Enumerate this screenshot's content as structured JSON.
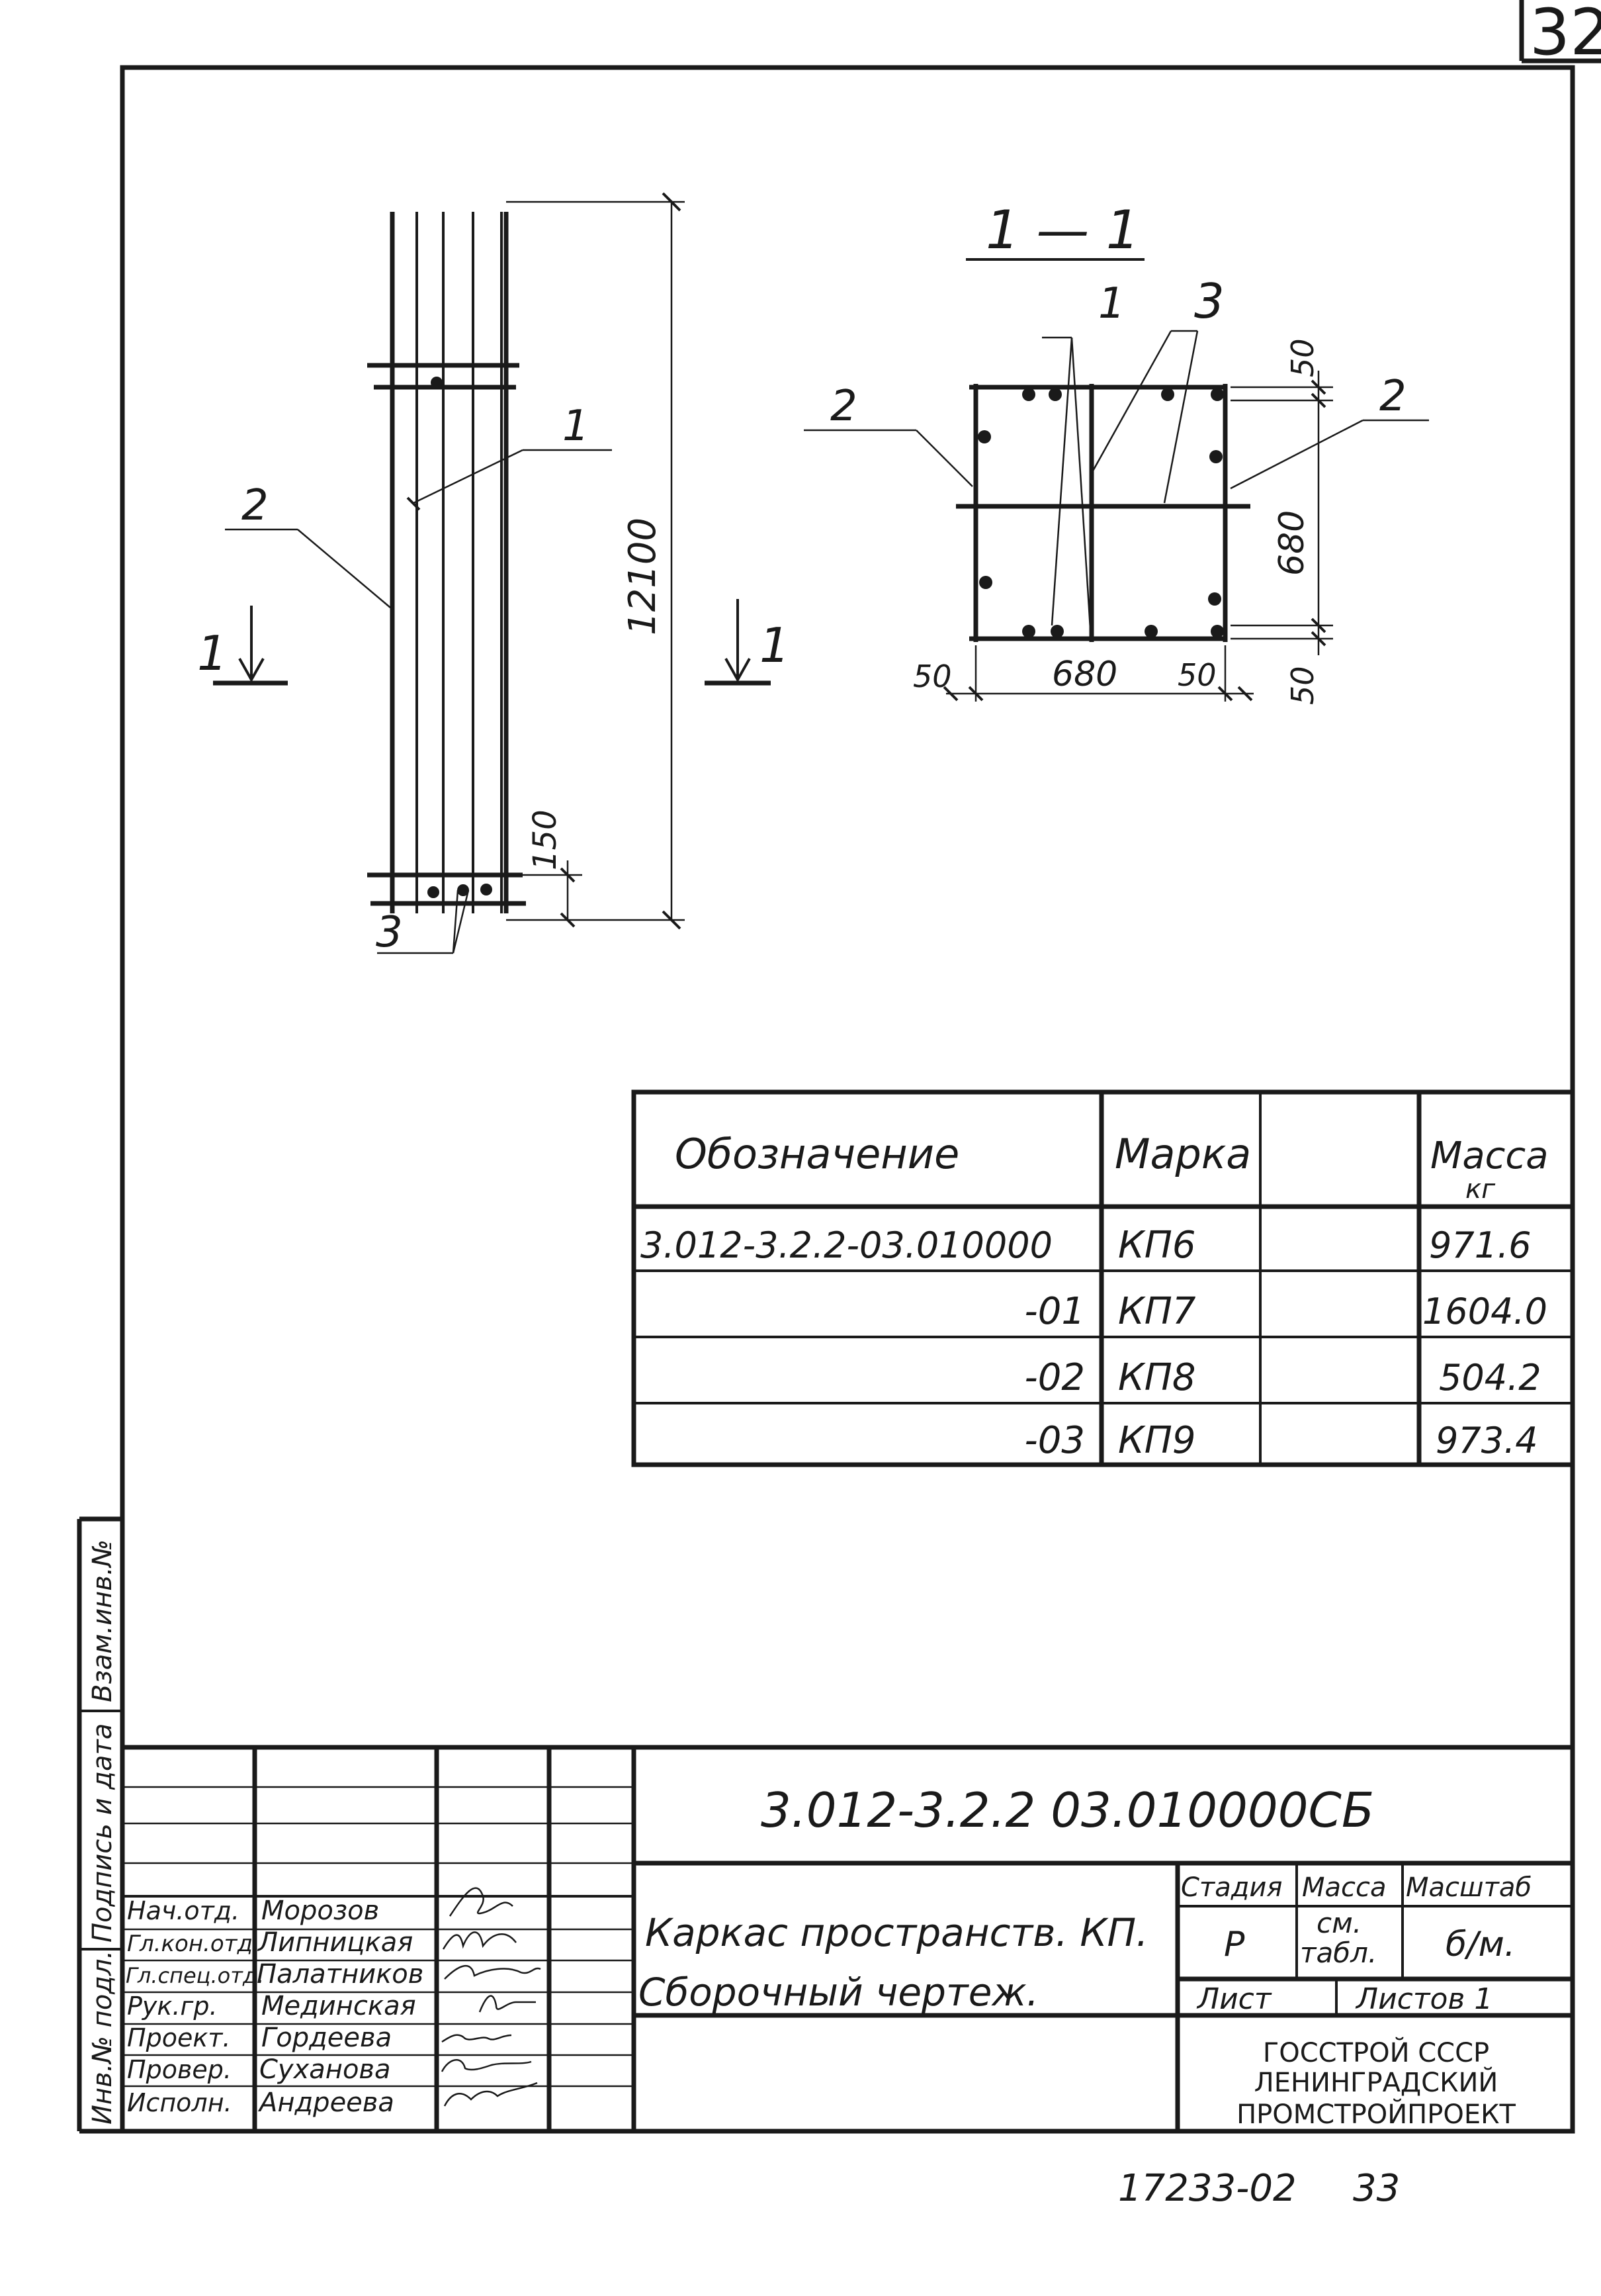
{
  "sheet_number": "32",
  "elevation_view": {
    "dim_total_length": "12100",
    "dim_end_spacing": "150",
    "callout_bar": "1",
    "callout_frame": "2",
    "callout_ties": "3",
    "section_mark": "1"
  },
  "section_view": {
    "title": "1 — 1",
    "callout_bar": "1",
    "callout_ties": "3",
    "callout_left_frame": "2",
    "callout_right_frame": "2",
    "dim_top_offset": "50",
    "dim_height": "680",
    "dim_bottom_offset": "50",
    "dim_left_offset": "50",
    "dim_width": "680",
    "dim_right_offset": "50"
  },
  "spec_table": {
    "headers": {
      "designation": "Обозначение",
      "mark": "Марка",
      "blank": "",
      "mass": "Масса",
      "mass_unit": "кг"
    },
    "rows": [
      {
        "designation": "3.012-3.2.2-03.010000",
        "mark": "КП6",
        "mass": "971.6"
      },
      {
        "designation": "-01",
        "mark": "КП7",
        "mass": "1604.0"
      },
      {
        "designation": "-02",
        "mark": "КП8",
        "mass": "504.2"
      },
      {
        "designation": "-03",
        "mark": "КП9",
        "mass": "973.4"
      }
    ]
  },
  "side_strip": {
    "inv_orig": "Инв.№ подл.",
    "sign_date": "Подпись и дата",
    "replace_inv": "Взам.инв.№"
  },
  "title_block": {
    "document_code": "3.012-3.2.2 03.010000СБ",
    "title_line_1": "Каркас пространств. КП.",
    "title_line_2": "Сборочный чертеж.",
    "stage_label": "Стадия",
    "mass_label": "Масса",
    "scale_label": "Масштаб",
    "stage_value": "Р",
    "mass_value_1": "см.",
    "mass_value_2": "табл.",
    "scale_value": "б/м.",
    "sheet_label": "Лист",
    "sheets_label": "Листов 1",
    "org_line_1": "ГОССТРОЙ СССР",
    "org_line_2": "ЛЕНИНГРАДСКИЙ",
    "org_line_3": "ПРОМСТРОЙПРОЕКТ",
    "staff": [
      {
        "role": "Нач.отд.",
        "name": "Морозов"
      },
      {
        "role": "Гл.кон.отд.",
        "name": "Липницкая"
      },
      {
        "role": "Гл.спец.отд.",
        "name": "Палатников"
      },
      {
        "role": "Рук.гр.",
        "name": "Мединская"
      },
      {
        "role": "Проект.",
        "name": "Гордеева"
      },
      {
        "role": "Провер.",
        "name": "Суханова"
      },
      {
        "role": "Исполн.",
        "name": "Андреева"
      }
    ]
  },
  "footer": {
    "archive_number": "17233-02",
    "page_number": "33"
  }
}
